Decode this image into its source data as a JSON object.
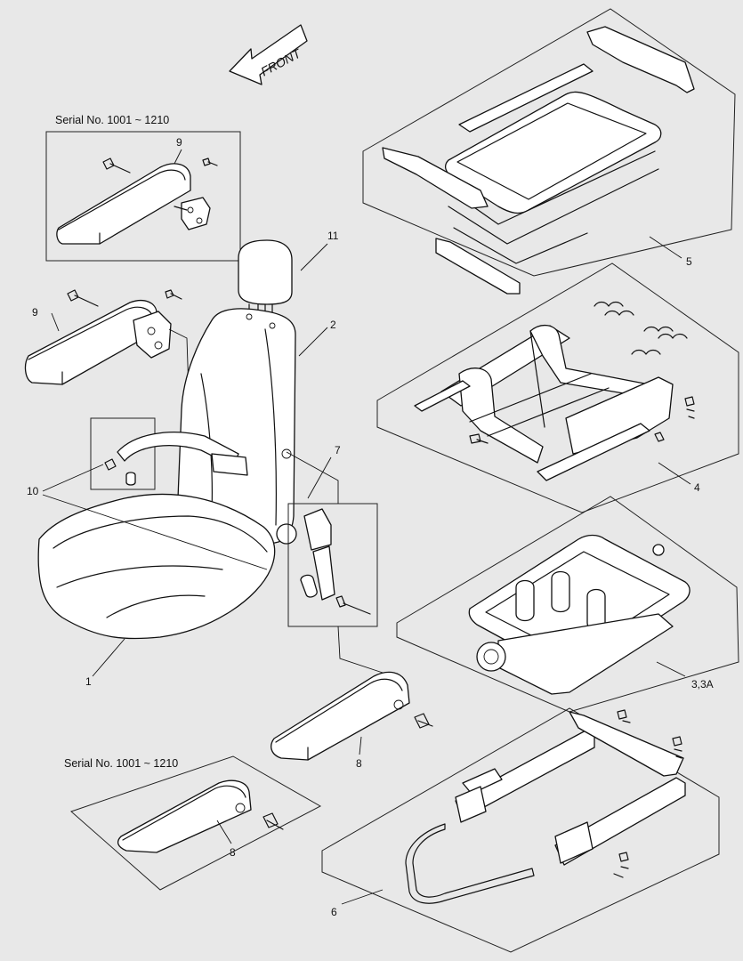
{
  "front_label": "FRONT",
  "serial_labels": [
    "Serial No. 1001 ~ 1210",
    "Serial No. 1001 ~ 1210"
  ],
  "callouts": {
    "c9a": "9",
    "c9b": "9",
    "c11": "11",
    "c2": "2",
    "c5": "5",
    "c4": "4",
    "c7": "7",
    "c10": "10",
    "c1": "1",
    "c3": "3,3A",
    "c8a": "8",
    "c8b": "8",
    "c6": "6"
  }
}
